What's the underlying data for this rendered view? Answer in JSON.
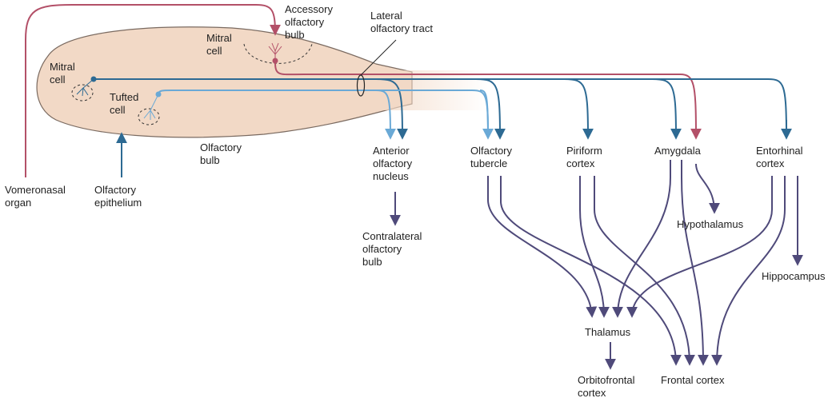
{
  "labels": {
    "accessory_bulb": [
      "Accessory",
      "olfactory",
      "bulb"
    ],
    "lateral_tract": [
      "Lateral",
      "olfactory tract"
    ],
    "mitral_cell_top": [
      "Mitral",
      "cell"
    ],
    "mitral_cell_left": [
      "Mitral",
      "cell"
    ],
    "tufted_cell": [
      "Tufted",
      "cell"
    ],
    "olfactory_bulb": [
      "Olfactory",
      "bulb"
    ],
    "vomeronasal_organ": [
      "Vomeronasal",
      "organ"
    ],
    "olfactory_epithelium": [
      "Olfactory",
      "epithelium"
    ],
    "anterior_olfactory_nucleus": [
      "Anterior",
      "olfactory",
      "nucleus"
    ],
    "contralateral_olfactory_bulb": [
      "Contralateral",
      "olfactory",
      "bulb"
    ],
    "olfactory_tubercle": [
      "Olfactory",
      "tubercle"
    ],
    "piriform_cortex": [
      "Piriform",
      "cortex"
    ],
    "amygdala": [
      "Amygdala"
    ],
    "entorhinal_cortex": [
      "Entorhinal",
      "cortex"
    ],
    "hypothalamus": [
      "Hypothalamus"
    ],
    "hippocampus": [
      "Hippocampus"
    ],
    "thalamus": [
      "Thalamus"
    ],
    "orbitofrontal_cortex": [
      "Orbitofrontal",
      "cortex"
    ],
    "frontal_cortex": [
      "Frontal cortex"
    ]
  },
  "colors": {
    "bulb_fill": "#f2d9c6",
    "mitral_pathway": "#2d6a93",
    "tufted_pathway": "#6aa9d6",
    "accessory_pathway": "#b35068",
    "secondary_projection": "#4f4a7a"
  }
}
